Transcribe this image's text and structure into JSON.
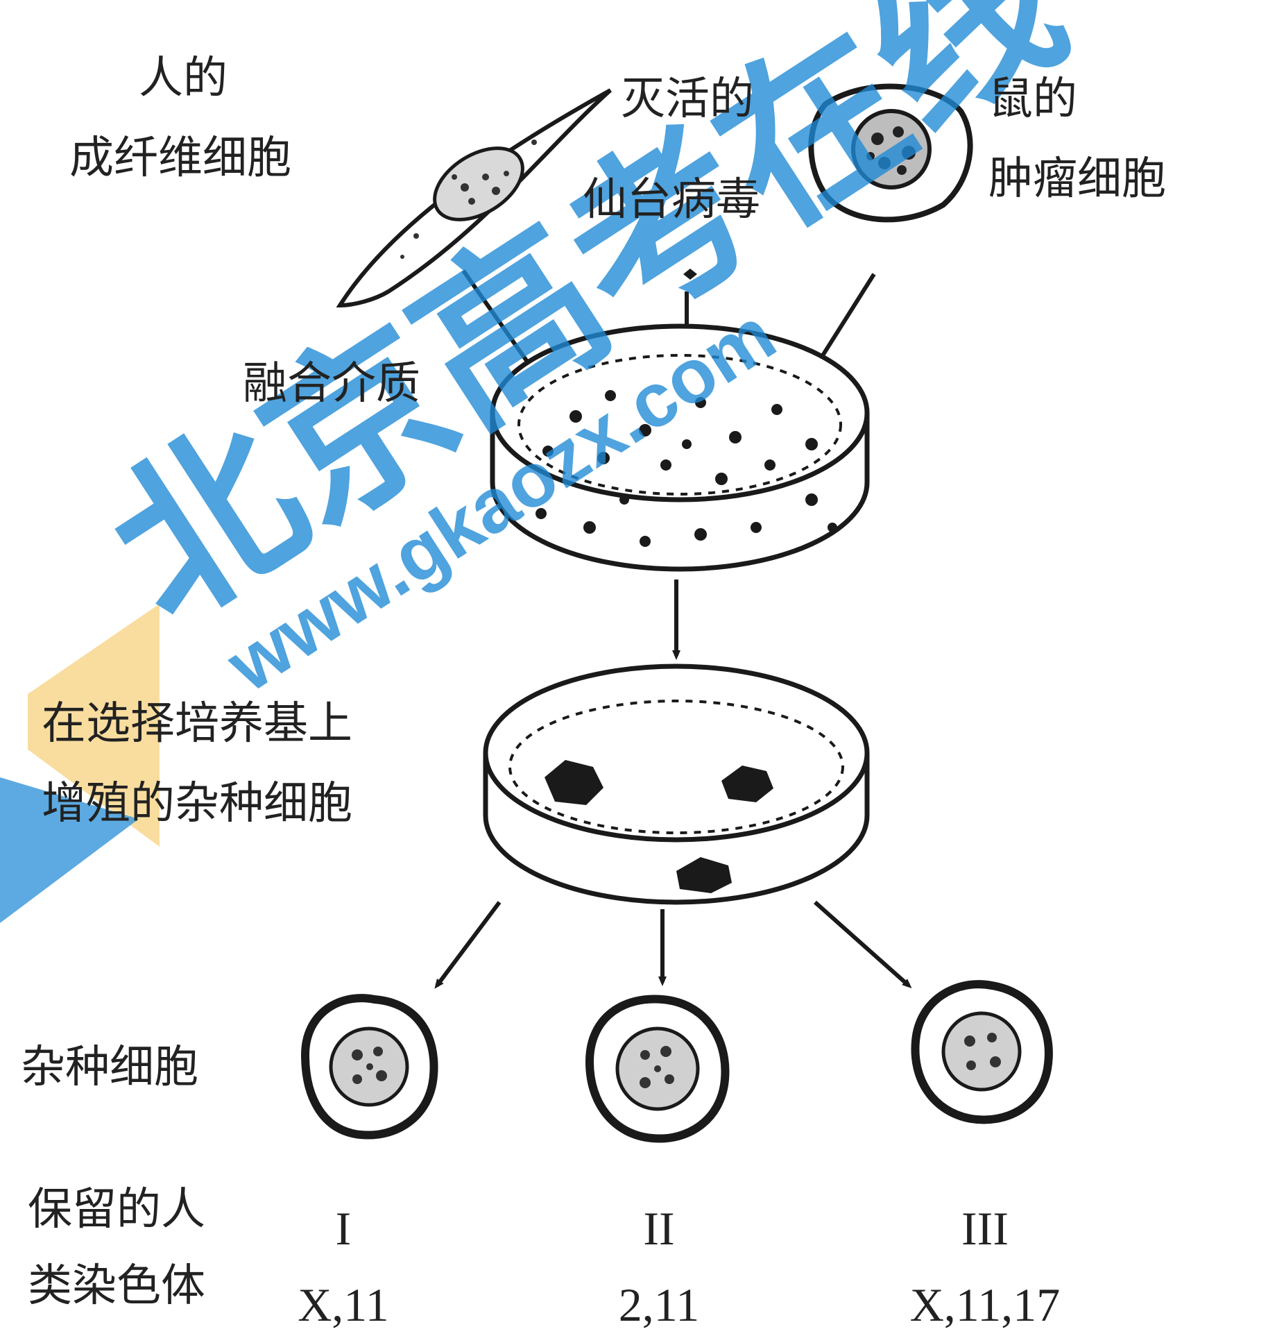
{
  "labels": {
    "human_cell_line1": "人的",
    "human_cell_line2": "成纤维细胞",
    "virus_line1": "灭活的",
    "virus_line2": "仙台病毒",
    "mouse_cell_line1": "鼠的",
    "mouse_cell_line2": "肿瘤细胞",
    "fusion_medium": "融合介质",
    "selection_line1": "在选择培养基上",
    "selection_line2": "增殖的杂种细胞",
    "hybrid_cells": "杂种细胞",
    "retained_line1": "保留的人",
    "retained_line2": "类染色体"
  },
  "hybrids": [
    {
      "numeral": "I",
      "chromosomes": "X,11"
    },
    {
      "numeral": "II",
      "chromosomes": "2,11"
    },
    {
      "numeral": "III",
      "chromosomes": "X,11,17"
    }
  ],
  "watermark": {
    "brand": "北京高考在线",
    "url": "www.gkaozx.com",
    "color": "#1e8ad6",
    "accent_color": "#f5c96a"
  }
}
